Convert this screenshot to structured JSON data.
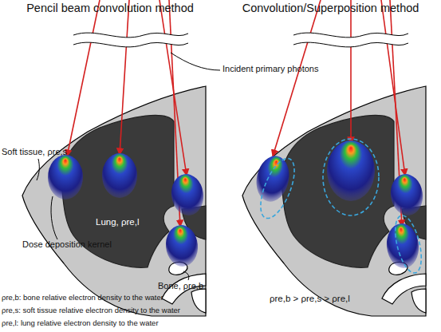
{
  "diagram": {
    "labels": [
      "Pencil beam convolution method",
      "Convolution/Superposition method",
      "Incident primary photons",
      "Soft tissue, ρre,s",
      "Lung, ρre,l",
      "Dose deposition kernel",
      "Bone, ρre,b",
      "ρre,b > ρre,s > ρre,l",
      "ρre,b: bone relative electron density to the water",
      "ρre,s: soft tissue relative electron density to the water",
      "ρre,l: lung relative electron density to the water"
    ]
  }
}
